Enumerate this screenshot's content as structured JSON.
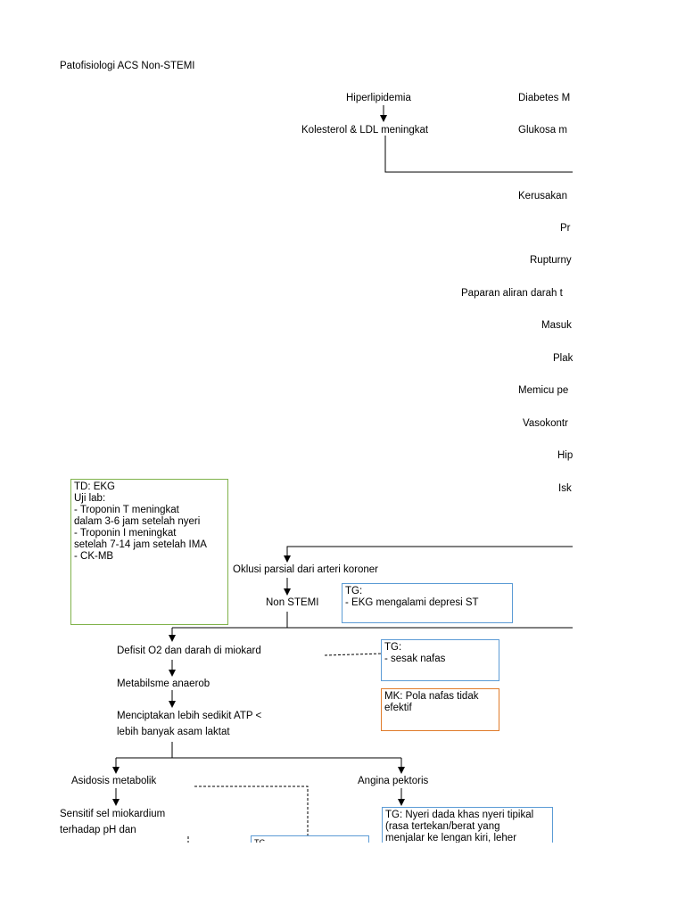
{
  "title": "Patofisiologi ACS Non-STEMI",
  "nodes": {
    "hiperlipidemia": "Hiperlipidemia",
    "kolesterol": "Kolesterol & LDL meningkat",
    "diabetes": "Diabetes M",
    "glukosa": "Glukosa m",
    "kerusakan": "Kerusakan",
    "pr": "Pr",
    "rupturny": "Rupturny",
    "paparan": "Paparan aliran darah t",
    "masuk": "Masuk",
    "plak": "Plak",
    "memicu": "Memicu pe",
    "vasokontr": "Vasokontr",
    "hip": "Hip",
    "isk": "Isk",
    "oklusi": "Oklusi parsial dari arteri koroner",
    "non_stemi": "Non STEMI",
    "defisit": "Defisit O2 dan darah di miokard",
    "metabolisme": "Metabilsme anaerob",
    "atp_1": "Menciptakan lebih sedikit ATP <",
    "atp_2": "lebih banyak asam laktat",
    "asidosis": "Asidosis metabolik",
    "angina": "Angina pektoris",
    "sensitif_1": "Sensitif sel miokardium",
    "sensitif_2": "terhadap pH dan"
  },
  "boxes": {
    "td_box": [
      "TD: EKG",
      "Uji lab:",
      "- Troponin T meningkat",
      "dalam 3-6 jam setelah nyeri",
      "- Troponin I meningkat",
      "setelah 7-14 jam setelah IMA",
      "-  CK-MB"
    ],
    "tg_ekg": [
      "TG:",
      "- EKG mengalami depresi ST"
    ],
    "tg_sesak": [
      "TG:",
      "- sesak nafas"
    ],
    "mk_pola": [
      "MK: Pola nafas tidak",
      "efektif"
    ],
    "tg_nyeri": [
      "TG: Nyeri dada khas nyeri tipikal",
      "(rasa tertekan/berat yang",
      "menjalar ke lengan kiri, leher"
    ],
    "tg_bottom": [
      "TG"
    ]
  },
  "colors": {
    "green_border": "#7fb24a",
    "blue_border": "#5b9bd5",
    "orange_border": "#e07b2a",
    "line": "#000000"
  }
}
